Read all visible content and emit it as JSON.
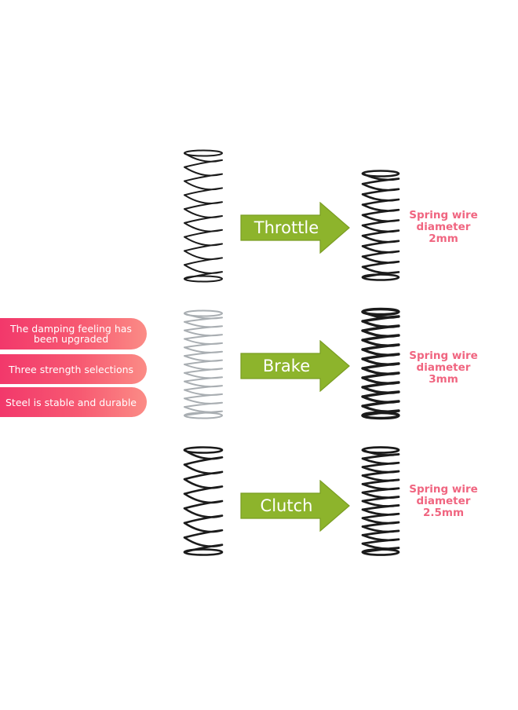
{
  "features": [
    {
      "label": "The damping feeling has been upgraded"
    },
    {
      "label": "Three strength selections"
    },
    {
      "label": "Steel is stable and durable"
    }
  ],
  "rows": [
    {
      "name": "Throttle",
      "spec_line1": "Spring wire",
      "spec_line2": "diameter",
      "spec_value": "2mm"
    },
    {
      "name": "Brake",
      "spec_line1": "Spring wire",
      "spec_line2": "diameter",
      "spec_value": "3mm"
    },
    {
      "name": "Clutch",
      "spec_line1": "Spring wire",
      "spec_line2": "diameter",
      "spec_value": "2.5mm"
    }
  ],
  "colors": {
    "pill_start": "#f2386b",
    "pill_end": "#fb8c86",
    "arrow_fill": "#8db42c",
    "spec_text": "#f06580",
    "spring_dark": "#1b1b1b",
    "spring_silver": "#a9aeb2"
  },
  "icons": {
    "arrow": "arrow-right-icon",
    "spring": "coil-spring-icon"
  }
}
